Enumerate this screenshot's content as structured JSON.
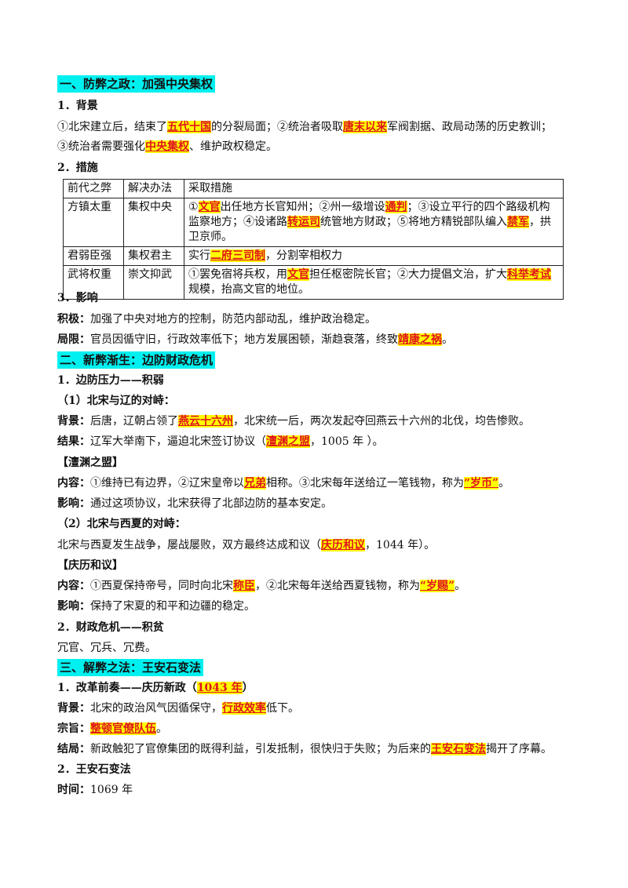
{
  "s1": {
    "title": "一、防弊之政：加强中央集权",
    "h1": "1．背景",
    "bg_l1_a": "①北宋建立后，结束了",
    "bg_l1_hl1": "五代十国",
    "bg_l1_b": "的分裂局面；②统治者吸取",
    "bg_l1_hl2": "唐末以来",
    "bg_l1_c": "军阀割据、政局动荡的历史教训；",
    "bg_l2_a": "③统治者需要强化",
    "bg_l2_hl": "中央集权",
    "bg_l2_b": "、维护政权稳定。",
    "h2": "2．措施",
    "table": {
      "header": [
        "前代之弊",
        "解决办法",
        "采取措施"
      ],
      "r1": {
        "c1": "方镇太重",
        "c2": "集权中央",
        "a": "①",
        "hl1": "文官",
        "b": "出任地方长官知州；②州一级增设",
        "hl2": "通判",
        "c": "；③设立平行的四个路级机构监察地方；④设诸路",
        "hl3": "转运司",
        "d": "统管地方财政；⑤将地方精锐部队编入",
        "hl4": "禁军",
        "e": "，拱卫京师。"
      },
      "r2": {
        "c1": "君弱臣强",
        "c2": "集权君主",
        "a": "实行",
        "hl1": "二府三司制",
        "b": "，分割宰相权力"
      },
      "r3": {
        "c1": "武将权重",
        "c2": "崇文抑武",
        "a": "①罢免宿将兵权，用",
        "hl1": "文官",
        "b": "担任枢密院长官；②大力提倡文治，扩大",
        "hl2": "科举考试",
        "c": "规模，抬高文官的地位。"
      }
    },
    "h3": "3．影响",
    "pos_label": "积极：",
    "pos_text": "加强了中央对地方的控制，防范内部动乱，维护政治稳定。",
    "lim_label": "局限：",
    "lim_text": "官员因循守旧，行政效率低下；地方发展困顿，渐趋衰落，终致",
    "lim_hl": "靖康之祸",
    "lim_end": "。"
  },
  "s2": {
    "title": "二、新弊渐生：边防财政危机",
    "h1": "1．边防压力——积弱",
    "sub1": "（1）北宋与辽的对峙：",
    "bg_label": "背景：",
    "bg_a": "后唐，辽朝占领了",
    "bg_hl": "燕云十六州",
    "bg_b": "，北宋统一后，两次发起夺回燕云十六州的北伐，均告惨败。",
    "res_label": "结果：",
    "res_a": "辽军大举南下，逼迫北宋签订协议（",
    "res_hl": "澶渊之盟",
    "res_b": "，1005 年 ）。",
    "chanyuan": "【澶渊之盟】",
    "c1_label": "内容：",
    "c1_a": "①维持已有边界，②辽宋皇帝以",
    "c1_hl1": "兄弟",
    "c1_b": "相称。③北宋每年送给辽一笔钱物，称为",
    "c1_hl2": "“岁币”",
    "c1_c": "。",
    "e1_label": "影响：",
    "e1_text": "通过这项协议，北宋获得了北部边防的基本安定。",
    "sub2": "（2）北宋与西夏的对峙：",
    "xx_a": "北宋与西夏发生战争，屡战屡败，双方最终达成和议（",
    "xx_hl": "庆历和议",
    "xx_b": "，1044 年）。",
    "qingli": "【庆历和议】",
    "c2_label": "内容：",
    "c2_a": "①西夏保持帝号，同时向北宋",
    "c2_hl1": "称臣",
    "c2_b": "，②北宋每年送给西夏钱物，称为",
    "c2_hl2": "“岁赐”",
    "c2_c": "。",
    "e2_label": "影响：",
    "e2_text": "保持了宋夏的和平和边疆的稳定。",
    "h2": "2．财政危机——积贫",
    "h2_text": "冗官、冗兵、冗费。"
  },
  "s3": {
    "title": "三、解弊之法：王安石变法",
    "h1_a": "1．改革前奏——庆历新政（",
    "h1_hl": "1043 年",
    "h1_b": "）",
    "bg_label": "背景：",
    "bg_a": "北宋的政治风气因循保守，",
    "bg_hl": "行政效率",
    "bg_b": "低下。",
    "aim_label": "宗旨：",
    "aim_hl": "整顿官僚队伍",
    "aim_end": "。",
    "out_label": "结局：",
    "out_a": "新政触犯了官僚集团的既得利益，引发抵制，很快归于失败；为后来的",
    "out_hl": "王安石变法",
    "out_b": "揭开了序幕。",
    "h2": "2．王安石变法",
    "time_label": "时间：",
    "time_text": "1069 年"
  }
}
